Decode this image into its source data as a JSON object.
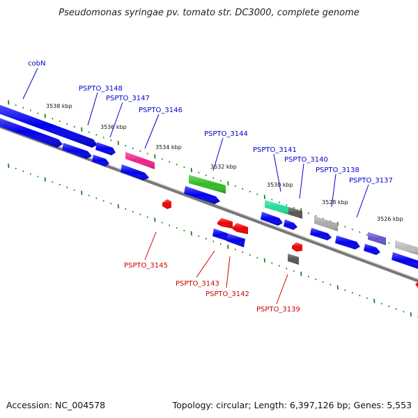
{
  "header": {
    "title": "Pseudomonas syringae pv. tomato str. DC3000, complete genome"
  },
  "footer": {
    "accession": "Accession: NC_004578",
    "summary": "Topology: circular; Length: 6,397,126 bp; Genes: 5,553"
  },
  "scale_ticks": [
    {
      "label": "3538 kbp"
    },
    {
      "label": "3536 kbp"
    },
    {
      "label": "3534 kbp"
    },
    {
      "label": "3532 kbp"
    },
    {
      "label": "3530 kbp"
    },
    {
      "label": "3528 kbp"
    },
    {
      "label": "3526 kbp"
    }
  ],
  "forward_gene_labels": [
    {
      "text": "cobN"
    },
    {
      "text": "PSPTO_3148"
    },
    {
      "text": "PSPTO_3147"
    },
    {
      "text": "PSPTO_3146"
    },
    {
      "text": "PSPTO_3144"
    },
    {
      "text": "PSPTO_3141"
    },
    {
      "text": "PSPTO_3140"
    },
    {
      "text": "PSPTO_3138"
    },
    {
      "text": "PSPTO_3137"
    }
  ],
  "reverse_gene_labels": [
    {
      "text": "PSPTO_3145"
    },
    {
      "text": "PSPTO_3143"
    },
    {
      "text": "PSPTO_3142"
    },
    {
      "text": "PSPTO_3139"
    }
  ],
  "colors": {
    "forward_label": "#0000cc",
    "reverse_label": "#cc0000",
    "gene_blue": "#0000ee",
    "gene_red": "#ee0000",
    "backbone": "#777777",
    "tick_green": "#007700",
    "feature_magenta": "#ee2288",
    "feature_green": "#33bb22",
    "feature_teal": "#22dd99",
    "feature_gray": "#999999",
    "feature_dark_gray": "#555555",
    "feature_purple": "#6655cc",
    "feature_light_gray": "#bbbbbb"
  }
}
